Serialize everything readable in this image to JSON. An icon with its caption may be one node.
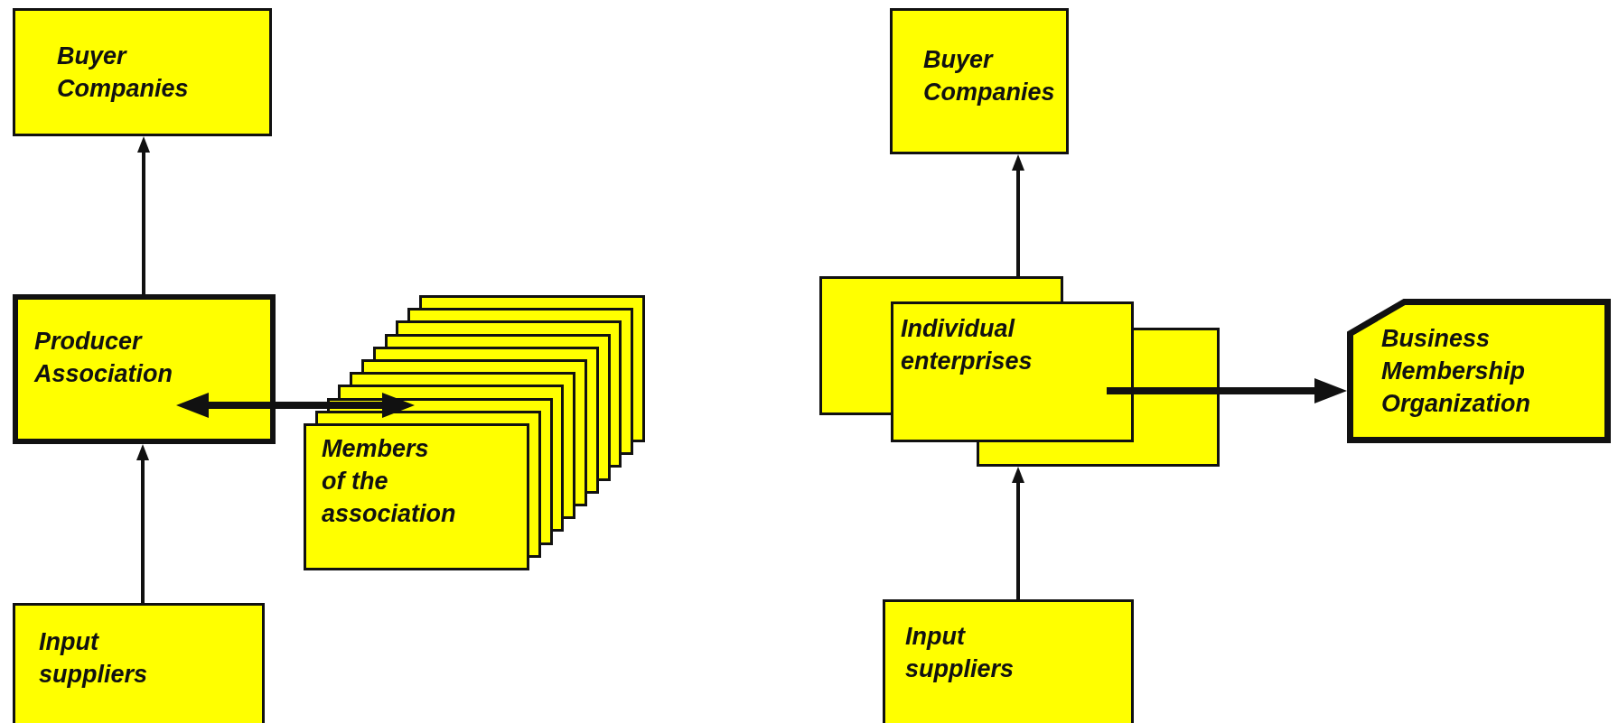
{
  "diagram": {
    "nodes": [
      {
        "text": [
          "Buyer Companies"
        ]
      },
      {
        "text": [
          "Producer Association"
        ]
      },
      {
        "text": [
          "Members of the association"
        ]
      },
      {
        "text": [
          "Input suppliers"
        ]
      },
      {
        "text": [
          "Buyer Companies"
        ]
      },
      {
        "text": [
          "Individual enterprises"
        ]
      },
      {
        "text": [
          "Business Membership Organization"
        ]
      },
      {
        "text": [
          "Input suppliers"
        ]
      }
    ],
    "edges": [
      {
        "from": 1,
        "to": 0,
        "arrow": "to"
      },
      {
        "from": 3,
        "to": 1,
        "arrow": "to"
      },
      {
        "from": 1,
        "to": 2,
        "arrow": "both",
        "style": "thick"
      },
      {
        "from": 5,
        "to": 4,
        "arrow": "to"
      },
      {
        "from": 7,
        "to": 5,
        "arrow": "to"
      },
      {
        "from": 5,
        "to": 6,
        "arrow": "to",
        "style": "thick"
      }
    ]
  }
}
